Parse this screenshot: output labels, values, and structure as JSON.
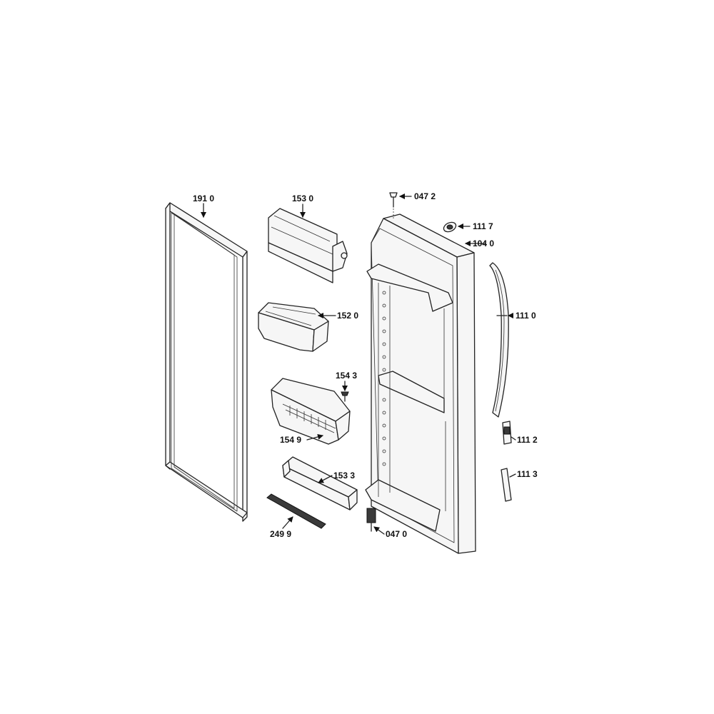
{
  "diagram": {
    "parts": [
      {
        "id": "door-gasket",
        "label": "191 0"
      },
      {
        "id": "top-cover-bin",
        "label": "153 0"
      },
      {
        "id": "upper-door-bin",
        "label": "152 0"
      },
      {
        "id": "screw",
        "label": "154 3"
      },
      {
        "id": "lower-door-bin",
        "label": "154 9"
      },
      {
        "id": "bottom-shelf-rail",
        "label": "153 3"
      },
      {
        "id": "trim-strip",
        "label": "249 9"
      },
      {
        "id": "top-hinge-pin",
        "label": "047 2"
      },
      {
        "id": "hinge-cap",
        "label": "111 7"
      },
      {
        "id": "door-assembly",
        "label": "104 0"
      },
      {
        "id": "door-handle",
        "label": "111 0"
      },
      {
        "id": "upper-handle-bracket",
        "label": "111 2"
      },
      {
        "id": "lower-handle-bracket",
        "label": "111 3"
      },
      {
        "id": "bottom-hinge-pin",
        "label": "047 0"
      }
    ]
  }
}
